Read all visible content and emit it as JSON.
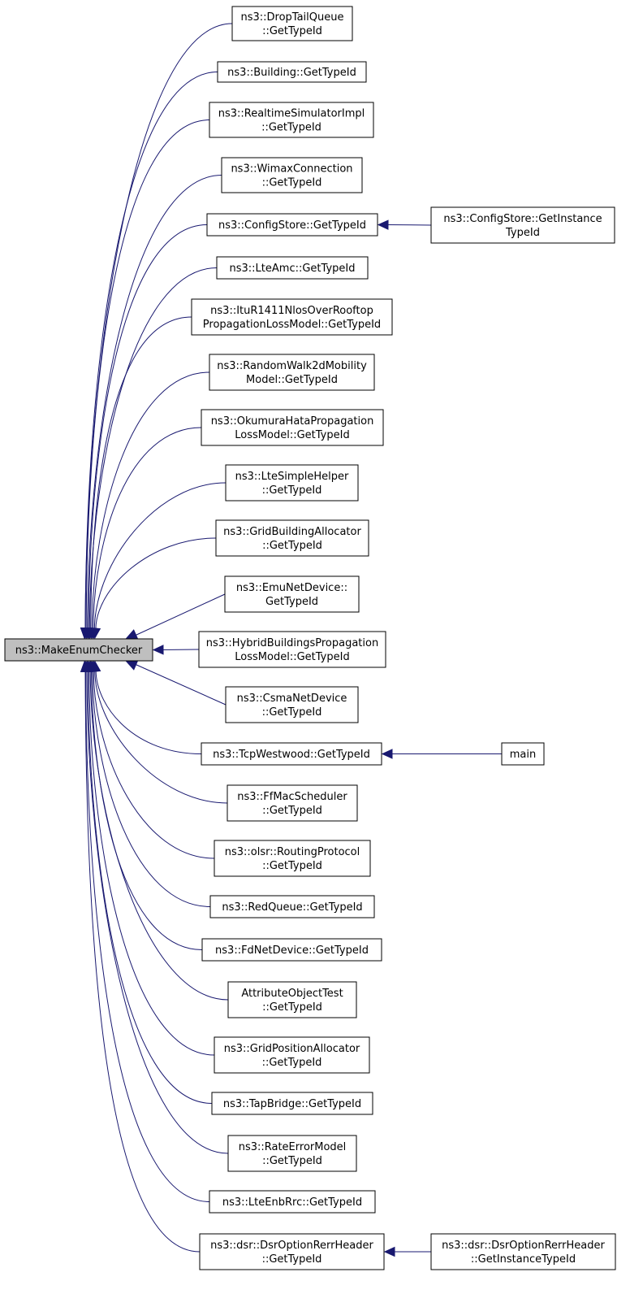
{
  "diagram": {
    "type": "caller-graph",
    "root": {
      "id": "root",
      "lines": [
        "ns3::MakeEnumChecker"
      ]
    },
    "callers": [
      {
        "id": "n1",
        "lines": [
          "ns3::DropTailQueue",
          "::GetTypeId"
        ]
      },
      {
        "id": "n2",
        "lines": [
          "ns3::Building::GetTypeId"
        ]
      },
      {
        "id": "n3",
        "lines": [
          "ns3::RealtimeSimulatorImpl",
          "::GetTypeId"
        ]
      },
      {
        "id": "n4",
        "lines": [
          "ns3::WimaxConnection",
          "::GetTypeId"
        ]
      },
      {
        "id": "n5",
        "lines": [
          "ns3::ConfigStore::GetTypeId"
        ]
      },
      {
        "id": "n6",
        "lines": [
          "ns3::LteAmc::GetTypeId"
        ]
      },
      {
        "id": "n7",
        "lines": [
          "ns3::ItuR1411NlosOverRooftop",
          "PropagationLossModel::GetTypeId"
        ]
      },
      {
        "id": "n8",
        "lines": [
          "ns3::RandomWalk2dMobility",
          "Model::GetTypeId"
        ]
      },
      {
        "id": "n9",
        "lines": [
          "ns3::OkumuraHataPropagation",
          "LossModel::GetTypeId"
        ]
      },
      {
        "id": "n10",
        "lines": [
          "ns3::LteSimpleHelper",
          "::GetTypeId"
        ]
      },
      {
        "id": "n11",
        "lines": [
          "ns3::GridBuildingAllocator",
          "::GetTypeId"
        ]
      },
      {
        "id": "n12",
        "lines": [
          "ns3::EmuNetDevice::",
          "GetTypeId"
        ]
      },
      {
        "id": "n13",
        "lines": [
          "ns3::HybridBuildingsPropagation",
          "LossModel::GetTypeId"
        ]
      },
      {
        "id": "n14",
        "lines": [
          "ns3::CsmaNetDevice",
          "::GetTypeId"
        ]
      },
      {
        "id": "n15",
        "lines": [
          "ns3::TcpWestwood::GetTypeId"
        ]
      },
      {
        "id": "n16",
        "lines": [
          "ns3::FfMacScheduler",
          "::GetTypeId"
        ]
      },
      {
        "id": "n17",
        "lines": [
          "ns3::olsr::RoutingProtocol",
          "::GetTypeId"
        ]
      },
      {
        "id": "n18",
        "lines": [
          "ns3::RedQueue::GetTypeId"
        ]
      },
      {
        "id": "n19",
        "lines": [
          "ns3::FdNetDevice::GetTypeId"
        ]
      },
      {
        "id": "n20",
        "lines": [
          "AttributeObjectTest",
          "::GetTypeId"
        ]
      },
      {
        "id": "n21",
        "lines": [
          "ns3::GridPositionAllocator",
          "::GetTypeId"
        ]
      },
      {
        "id": "n22",
        "lines": [
          "ns3::TapBridge::GetTypeId"
        ]
      },
      {
        "id": "n23",
        "lines": [
          "ns3::RateErrorModel",
          "::GetTypeId"
        ]
      },
      {
        "id": "n24",
        "lines": [
          "ns3::LteEnbRrc::GetTypeId"
        ]
      },
      {
        "id": "n25",
        "lines": [
          "ns3::dsr::DsrOptionRerrHeader",
          "::GetTypeId"
        ]
      }
    ],
    "second_level": [
      {
        "id": "m5",
        "caller_of": "n5",
        "lines": [
          "ns3::ConfigStore::GetInstance",
          "TypeId"
        ]
      },
      {
        "id": "m15",
        "caller_of": "n15",
        "lines": [
          "main"
        ]
      },
      {
        "id": "m25",
        "caller_of": "n25",
        "lines": [
          "ns3::dsr::DsrOptionRerrHeader",
          "::GetInstanceTypeId"
        ]
      }
    ],
    "colors": {
      "edge": "#191970",
      "root_fill": "#bfbfbf",
      "node_fill": "#ffffff",
      "node_stroke": "#000000"
    }
  }
}
